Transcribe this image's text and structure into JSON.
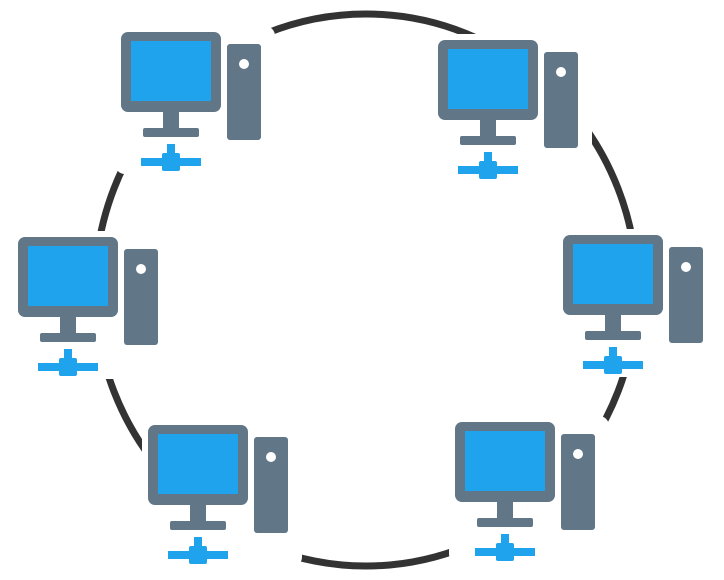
{
  "diagram": {
    "type": "ring-network-topology",
    "colors": {
      "ring": "#333333",
      "monitor_frame": "#617686",
      "screen": "#1fa3ec",
      "tower": "#617686",
      "tower_button": "#ffffff",
      "network_connector": "#1fa3ec",
      "background": "#ffffff"
    },
    "nodes": [
      {
        "id": "node-top-left",
        "icon": "desktop-computer-icon"
      },
      {
        "id": "node-top-right",
        "icon": "desktop-computer-icon"
      },
      {
        "id": "node-middle-left",
        "icon": "desktop-computer-icon"
      },
      {
        "id": "node-middle-right",
        "icon": "desktop-computer-icon"
      },
      {
        "id": "node-bottom-left",
        "icon": "desktop-computer-icon"
      },
      {
        "id": "node-bottom-right",
        "icon": "desktop-computer-icon"
      }
    ]
  }
}
